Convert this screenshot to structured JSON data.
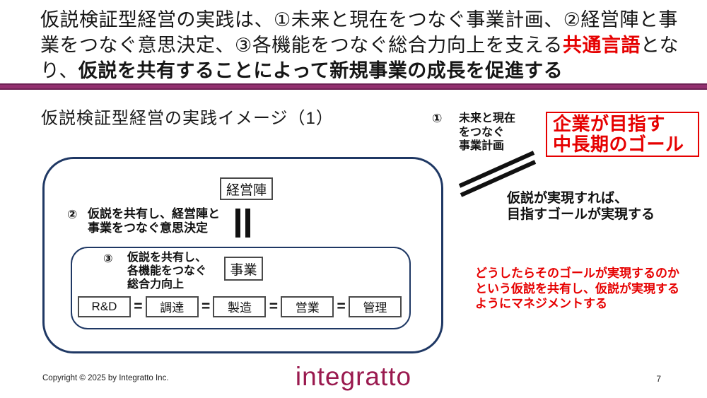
{
  "title": {
    "part1": "仮説検証型経営の実践は、①未来と現在をつなぐ事業計画、②経営陣と事業をつなぐ意思決定、③各機能をつなぐ総合力向上を支える",
    "highlight": "共通言語",
    "part2": "となり、",
    "part3": "仮説を共有することによって新規事業の成長を促進する"
  },
  "subtitle": "仮説検証型経営の実践イメージ（1）",
  "annotation1": {
    "number": "①",
    "lines": [
      "未来と現在",
      "をつなぐ",
      "事業計画"
    ]
  },
  "goal_box": {
    "lines": [
      "企業が目指す",
      "中長期のゴール"
    ]
  },
  "hypothesis_note": {
    "lines": [
      "仮説が実現すれば、",
      "目指すゴールが実現する"
    ]
  },
  "red_note": {
    "lines": [
      "どうしたらそのゴールが実現するのか",
      "という仮説を共有し、仮説が実現する",
      "ようにマネジメントする"
    ]
  },
  "diagram": {
    "management_box": "経営陣",
    "annotation2": {
      "number": "②",
      "lines": [
        "仮説を共有し、経営陣と",
        "事業をつなぐ意思決定"
      ]
    },
    "annotation3": {
      "number": "③",
      "lines": [
        "仮説を共有し、",
        "各機能をつなぐ",
        "総合力向上"
      ]
    },
    "business_box": "事業",
    "functions": [
      "R&D",
      "調達",
      "製造",
      "営業",
      "管理"
    ],
    "equals_sign": "="
  },
  "footer": {
    "copyright": "Copyright ©  2025 by Integratto Inc.",
    "logo": "integratto",
    "page": "7"
  },
  "colors": {
    "accent_red": "#e60000",
    "divider_purple": "#93306f",
    "frame_navy": "#1f3864",
    "logo_maroon": "#9a1a4f"
  }
}
